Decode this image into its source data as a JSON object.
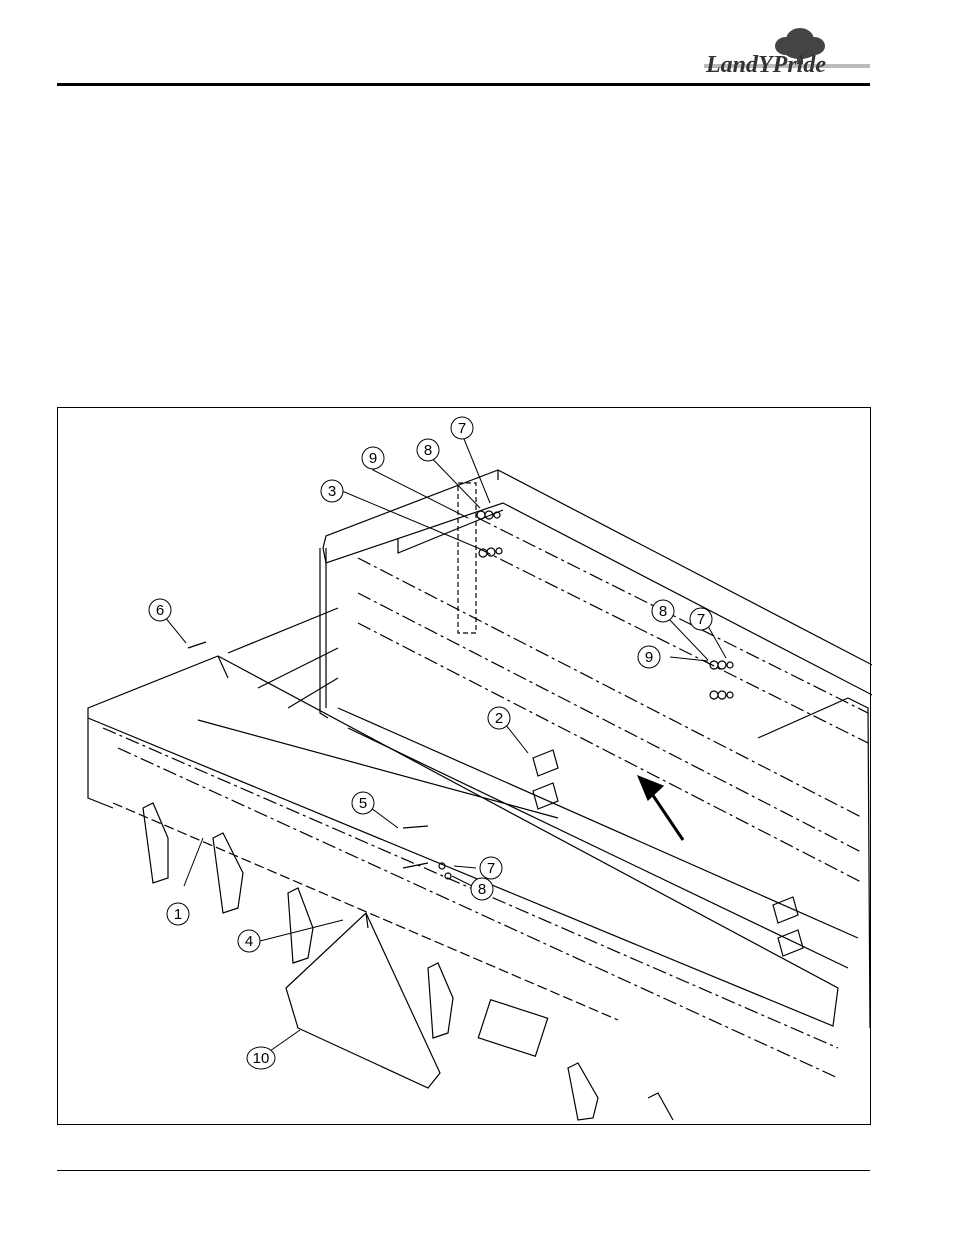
{
  "header": {
    "logo_text": "LandYPride",
    "logo_icon": "tree-icon"
  },
  "figure": {
    "callouts": [
      {
        "id": "c7a",
        "label": "7"
      },
      {
        "id": "c8a",
        "label": "8"
      },
      {
        "id": "c9a",
        "label": "9"
      },
      {
        "id": "c3",
        "label": "3"
      },
      {
        "id": "c6",
        "label": "6"
      },
      {
        "id": "c8b",
        "label": "8"
      },
      {
        "id": "c7b",
        "label": "7"
      },
      {
        "id": "c9b",
        "label": "9"
      },
      {
        "id": "c2",
        "label": "2"
      },
      {
        "id": "c5",
        "label": "5"
      },
      {
        "id": "c7c",
        "label": "7"
      },
      {
        "id": "c8c",
        "label": "8"
      },
      {
        "id": "c1",
        "label": "1"
      },
      {
        "id": "c4",
        "label": "4"
      },
      {
        "id": "c10",
        "label": "10"
      }
    ]
  }
}
